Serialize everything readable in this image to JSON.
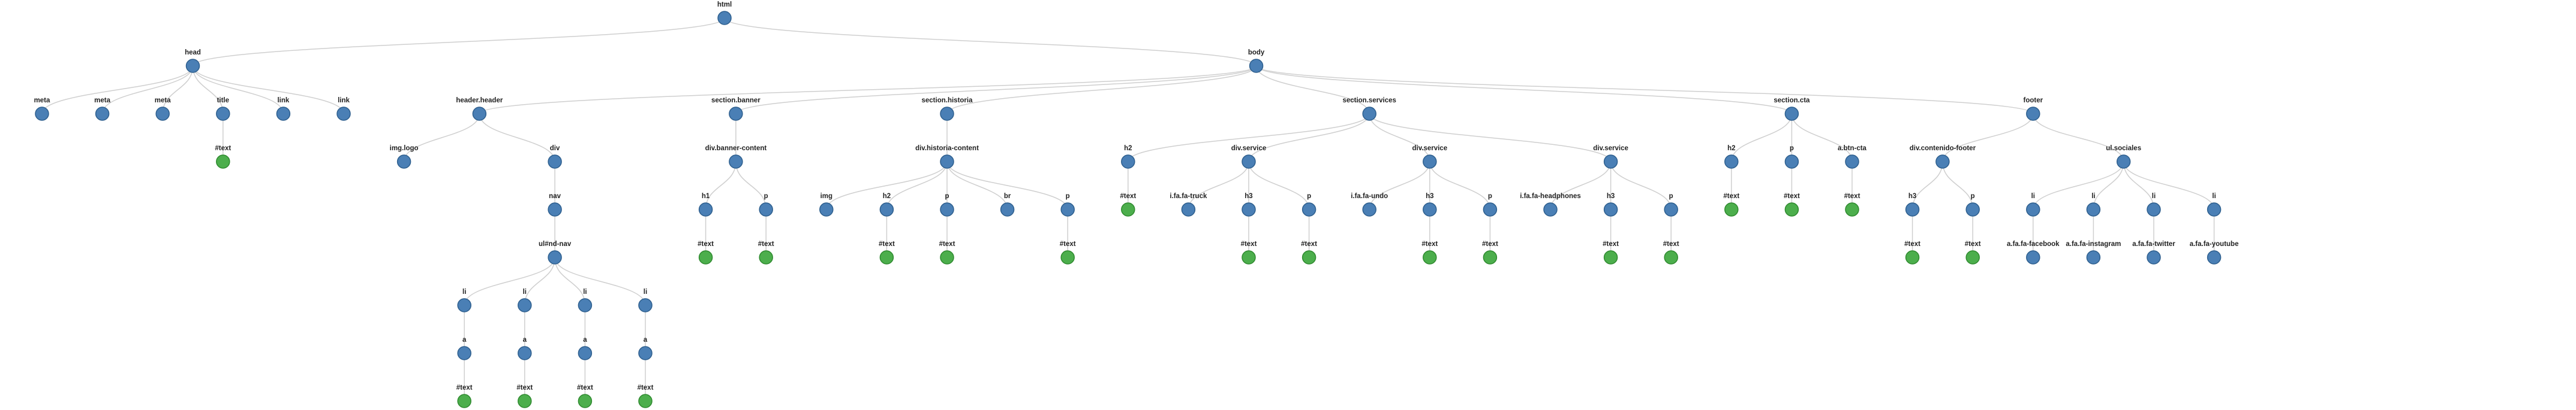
{
  "colors": {
    "element_node": "#4a7fb5",
    "text_node": "#4cae4c",
    "edge": "#cfcfcf",
    "label": "#222222"
  },
  "tree": {
    "label": "html",
    "children": [
      {
        "label": "head",
        "children": [
          {
            "label": "meta"
          },
          {
            "label": "meta"
          },
          {
            "label": "meta"
          },
          {
            "label": "title",
            "children": [
              {
                "label": "#text",
                "text": true
              }
            ]
          },
          {
            "label": "link"
          },
          {
            "label": "link"
          }
        ]
      },
      {
        "label": "body",
        "children": [
          {
            "label": "header.header",
            "children": [
              {
                "label": "img.logo"
              },
              {
                "label": "div",
                "children": [
                  {
                    "label": "nav",
                    "children": [
                      {
                        "label": "ul#nd-nav",
                        "children": [
                          {
                            "label": "li",
                            "children": [
                              {
                                "label": "a",
                                "children": [
                                  {
                                    "label": "#text",
                                    "text": true
                                  }
                                ]
                              }
                            ]
                          },
                          {
                            "label": "li",
                            "children": [
                              {
                                "label": "a",
                                "children": [
                                  {
                                    "label": "#text",
                                    "text": true
                                  }
                                ]
                              }
                            ]
                          },
                          {
                            "label": "li",
                            "children": [
                              {
                                "label": "a",
                                "children": [
                                  {
                                    "label": "#text",
                                    "text": true
                                  }
                                ]
                              }
                            ]
                          },
                          {
                            "label": "li",
                            "children": [
                              {
                                "label": "a",
                                "children": [
                                  {
                                    "label": "#text",
                                    "text": true
                                  }
                                ]
                              }
                            ]
                          }
                        ]
                      }
                    ]
                  }
                ]
              }
            ]
          },
          {
            "label": "section.banner",
            "children": [
              {
                "label": "div.banner-content",
                "children": [
                  {
                    "label": "h1",
                    "children": [
                      {
                        "label": "#text",
                        "text": true
                      }
                    ]
                  },
                  {
                    "label": "p",
                    "children": [
                      {
                        "label": "#text",
                        "text": true
                      }
                    ]
                  }
                ]
              }
            ]
          },
          {
            "label": "section.historia",
            "children": [
              {
                "label": "div.historia-content",
                "children": [
                  {
                    "label": "img"
                  },
                  {
                    "label": "h2",
                    "children": [
                      {
                        "label": "#text",
                        "text": true
                      }
                    ]
                  },
                  {
                    "label": "p",
                    "children": [
                      {
                        "label": "#text",
                        "text": true
                      }
                    ]
                  },
                  {
                    "label": "br"
                  },
                  {
                    "label": "p",
                    "children": [
                      {
                        "label": "#text",
                        "text": true
                      }
                    ]
                  }
                ]
              }
            ]
          },
          {
            "label": "section.services",
            "children": [
              {
                "label": "h2",
                "children": [
                  {
                    "label": "#text",
                    "text": true
                  }
                ]
              },
              {
                "label": "div.service",
                "children": [
                  {
                    "label": "i.fa.fa-truck"
                  },
                  {
                    "label": "h3",
                    "children": [
                      {
                        "label": "#text",
                        "text": true
                      }
                    ]
                  },
                  {
                    "label": "p",
                    "children": [
                      {
                        "label": "#text",
                        "text": true
                      }
                    ]
                  }
                ]
              },
              {
                "label": "div.service",
                "children": [
                  {
                    "label": "i.fa.fa-undo"
                  },
                  {
                    "label": "h3",
                    "children": [
                      {
                        "label": "#text",
                        "text": true
                      }
                    ]
                  },
                  {
                    "label": "p",
                    "children": [
                      {
                        "label": "#text",
                        "text": true
                      }
                    ]
                  }
                ]
              },
              {
                "label": "div.service",
                "children": [
                  {
                    "label": "i.fa.fa-headphones"
                  },
                  {
                    "label": "h3",
                    "children": [
                      {
                        "label": "#text",
                        "text": true
                      }
                    ]
                  },
                  {
                    "label": "p",
                    "children": [
                      {
                        "label": "#text",
                        "text": true
                      }
                    ]
                  }
                ]
              }
            ]
          },
          {
            "label": "section.cta",
            "children": [
              {
                "label": "h2",
                "children": [
                  {
                    "label": "#text",
                    "text": true
                  }
                ]
              },
              {
                "label": "p",
                "children": [
                  {
                    "label": "#text",
                    "text": true
                  }
                ]
              },
              {
                "label": "a.btn-cta",
                "children": [
                  {
                    "label": "#text",
                    "text": true
                  }
                ]
              }
            ]
          },
          {
            "label": "footer",
            "children": [
              {
                "label": "div.contenido-footer",
                "children": [
                  {
                    "label": "h3",
                    "children": [
                      {
                        "label": "#text",
                        "text": true
                      }
                    ]
                  },
                  {
                    "label": "p",
                    "children": [
                      {
                        "label": "#text",
                        "text": true
                      }
                    ]
                  }
                ]
              },
              {
                "label": "ul.sociales",
                "children": [
                  {
                    "label": "li",
                    "children": [
                      {
                        "label": "a.fa.fa-facebook"
                      }
                    ]
                  },
                  {
                    "label": "li",
                    "children": [
                      {
                        "label": "a.fa.fa-instagram"
                      }
                    ]
                  },
                  {
                    "label": "li",
                    "children": [
                      {
                        "label": "a.fa.fa-twitter"
                      }
                    ]
                  },
                  {
                    "label": "li",
                    "children": [
                      {
                        "label": "a.fa.fa-youtube"
                      }
                    ]
                  }
                ]
              }
            ]
          }
        ]
      }
    ]
  }
}
